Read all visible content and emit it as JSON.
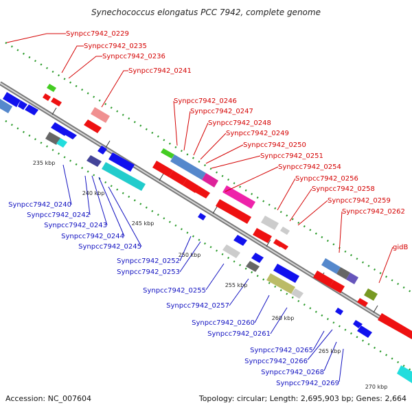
{
  "title": "Synechococcus elongatus PCC 7942, complete genome",
  "footer": {
    "accession": "Accession: NC_007604",
    "summary": "Topology: circular; Length: 2,695,903 bp; Genes: 2,664"
  },
  "colors": {
    "top_strand_label": "#d40000",
    "bottom_strand_label": "#1010c0",
    "backbone": "#888888"
  },
  "ticks": [
    "235 kbp",
    "240 kbp",
    "245 kbp",
    "250 kbp",
    "255 kbp",
    "260 kbp",
    "265 kbp",
    "270 kbp"
  ],
  "top_labels": [
    "Synpcc7942_0229",
    "Synpcc7942_0235",
    "Synpcc7942_0236",
    "Synpcc7942_0241",
    "Synpcc7942_0246",
    "Synpcc7942_0247",
    "Synpcc7942_0248",
    "Synpcc7942_0249",
    "Synpcc7942_0250",
    "Synpcc7942_0251",
    "Synpcc7942_0254",
    "Synpcc7942_0256",
    "Synpcc7942_0258",
    "Synpcc7942_0259",
    "Synpcc7942_0262",
    "gidB"
  ],
  "bottom_labels": [
    "Synpcc7942_0240",
    "Synpcc7942_0242",
    "Synpcc7942_0243",
    "Synpcc7942_0244",
    "Synpcc7942_0245",
    "Synpcc7942_0252",
    "Synpcc7942_0253",
    "Synpcc7942_0255",
    "Synpcc7942_0257",
    "Synpcc7942_0260",
    "Synpcc7942_0261",
    "Synpcc7942_0265",
    "Synpcc7942_0266",
    "Synpcc7942_0268",
    "Synpcc7942_0269"
  ]
}
